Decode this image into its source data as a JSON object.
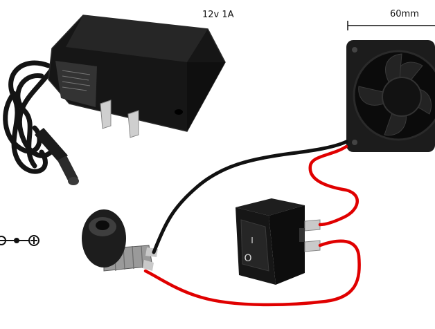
{
  "labels": {
    "power_rating": "12v 1A",
    "fan_width": "60mm"
  },
  "polarity": {
    "negative_symbol": "−",
    "positive_symbol": "+"
  },
  "switch_markings": {
    "on": "I",
    "off": "O"
  },
  "colors": {
    "wire_positive": "#e00000",
    "wire_negative": "#111111",
    "component_body": "#1a1a1a",
    "terminal_metal": "#c9c9c9"
  }
}
